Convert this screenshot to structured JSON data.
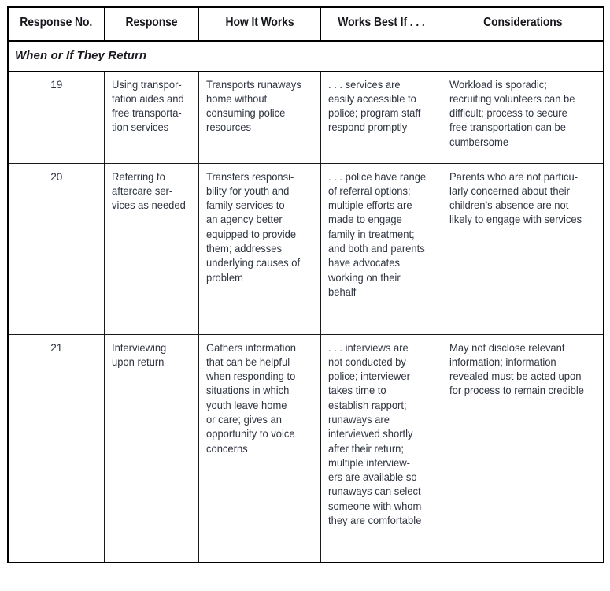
{
  "table": {
    "columns": [
      {
        "key": "no",
        "label": "Response\nNo."
      },
      {
        "key": "resp",
        "label": "Response"
      },
      {
        "key": "how",
        "label": "How It Works"
      },
      {
        "key": "works",
        "label": "Works Best\nIf . . ."
      },
      {
        "key": "consid",
        "label": "Considerations"
      }
    ],
    "section_label": "When or If They Return",
    "rows": [
      {
        "no": "19",
        "resp": "Using transpor-\ntation aides and\nfree transporta-\ntion services",
        "how": "Transports runaways\nhome without\nconsuming police\nresources",
        "works": ". . . services are\neasily accessible to\npolice; program staff\nrespond promptly",
        "consid": "Workload is sporadic;\nrecruiting volunteers can be\ndifficult; process to secure\nfree transportation can be\ncumbersome"
      },
      {
        "no": "20",
        "resp": "Referring to\naftercare ser-\nvices as needed",
        "how": "Transfers responsi-\nbility for youth and\nfamily services to\nan agency better\nequipped to provide\nthem; addresses\nunderlying causes of\nproblem",
        "works": ". . . police have range\nof referral options;\nmultiple efforts are\nmade to engage\nfamily in treatment;\nand both and parents\nhave advocates\nworking on their\nbehalf",
        "consid": "Parents who are not particu-\nlarly concerned about their\nchildren’s absence are not\nlikely to engage with services"
      },
      {
        "no": "21",
        "resp": "Interviewing\nupon return",
        "how": "Gathers information\nthat can be helpful\nwhen responding to\nsituations in which\nyouth leave home\nor care; gives an\nopportunity to voice\nconcerns",
        "works": ". . . interviews are\nnot conducted by\npolice; interviewer\ntakes time to\nestablish rapport;\nrunaways are\ninterviewed shortly\nafter their return;\nmultiple interview-\ners are available so\nrunaways can select\nsomeone with whom\nthey are comfortable",
        "consid": "May not disclose relevant\ninformation; information\nrevealed must be acted upon\nfor process to remain credible"
      }
    ]
  },
  "colors": {
    "border": "#000000",
    "header_text": "#16171c",
    "body_text": "#2e3440",
    "background": "#ffffff"
  }
}
